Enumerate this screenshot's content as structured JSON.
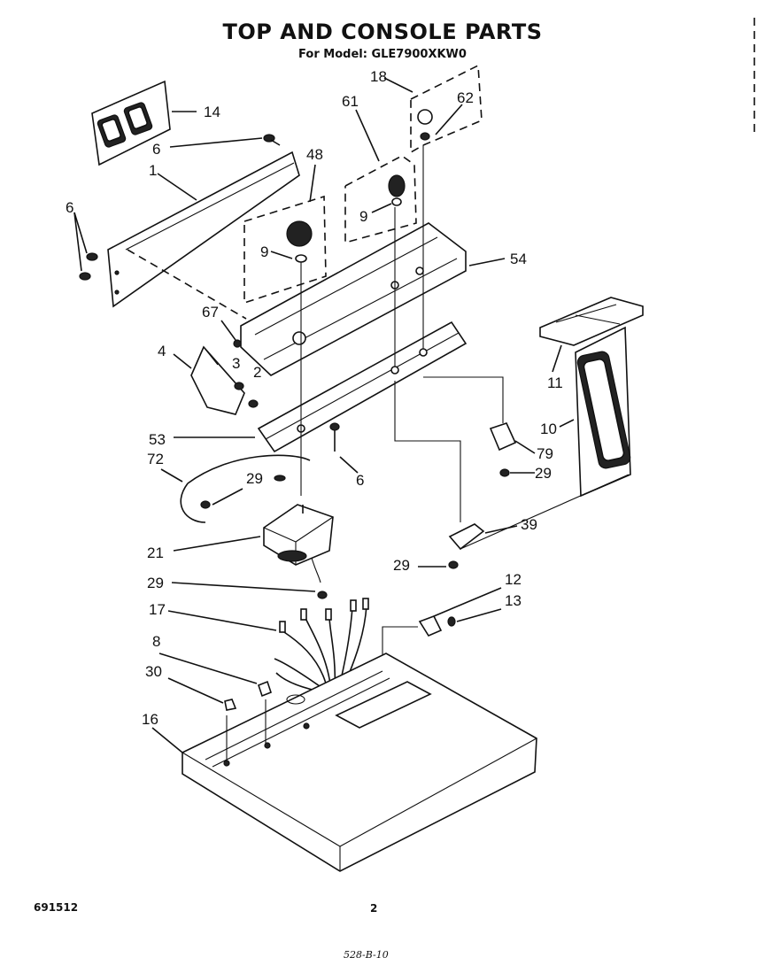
{
  "header": {
    "title": "TOP AND CONSOLE PARTS",
    "subtitle": "For Model: GLE7900XKW0"
  },
  "callouts": {
    "c18": "18",
    "c62": "62",
    "c61": "61",
    "c14": "14",
    "c6a": "6",
    "c48": "48",
    "c1": "1",
    "c6b": "6",
    "c9a": "9",
    "c9b": "9",
    "c54": "54",
    "c67": "67",
    "c4": "4",
    "c3": "3",
    "c2": "2",
    "c11": "11",
    "c10": "10",
    "c53": "53",
    "c72": "72",
    "c29a": "29",
    "c6c": "6",
    "c79": "79",
    "c29b": "29",
    "c39": "39",
    "c21": "21",
    "c29c": "29",
    "c29d": "29",
    "c12": "12",
    "c13": "13",
    "c17": "17",
    "c8": "8",
    "c30": "30",
    "c16": "16"
  },
  "footer": {
    "doc_number": "691512",
    "page_number": "2",
    "handwritten_note": "528-B-10"
  }
}
